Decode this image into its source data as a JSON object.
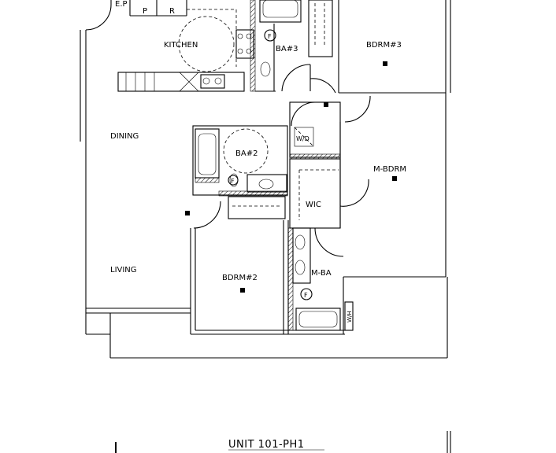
{
  "plan": {
    "title": "UNIT 101-PH1",
    "rooms": {
      "kitchen": "KITCHEN",
      "dining": "DINING",
      "living": "LIVING",
      "bdrm3": "BDRM#3",
      "bdrm2": "BDRM#2",
      "mbdrm": "M-BDRM",
      "ba3": "BA#3",
      "ba2": "BA#2",
      "mba": "M-BA",
      "wic": "WIC",
      "wd": "W/D",
      "wh": "W/H"
    },
    "fixtures": {
      "ep": "E.P",
      "pantry": "P",
      "refrigerator": "R",
      "fan": "F"
    }
  }
}
